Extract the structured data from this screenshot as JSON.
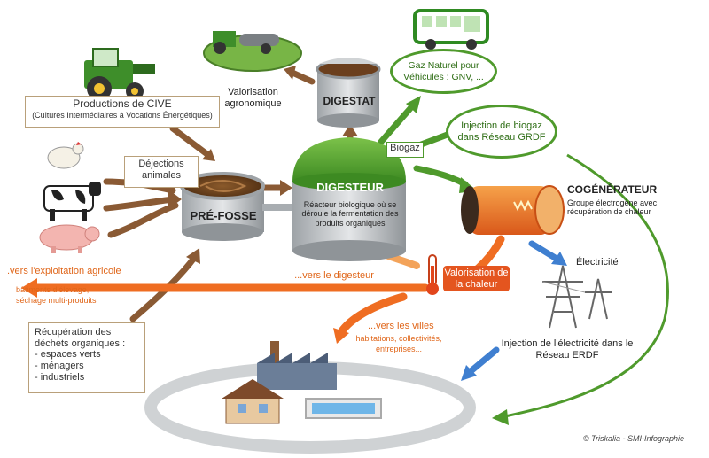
{
  "colors": {
    "brown_arrow": "#8a5a34",
    "green_arrow": "#4f9a2c",
    "orange_arrow": "#ef6d22",
    "blue_arrow": "#3f7fd0",
    "digester_green": "#4c9a2a",
    "tank_grey": "#bfc3c6",
    "sludge": "#6b3f1d"
  },
  "nodes": {
    "cive": {
      "title": "Productions de CIVE",
      "subtitle": "(Cultures Intermédiaires à Vocations Énergétiques)"
    },
    "dejections": "Déjections animales",
    "prefosse": "PRÉ-FOSSE",
    "digesteur": {
      "title": "DIGESTEUR",
      "desc": "Réacteur biologique où se déroule la fermentation des produits organiques"
    },
    "digestat": "DIGESTAT",
    "valorisation_agro": "Valorisation agronomique",
    "biogaz": "Biogaz",
    "gnv": "Gaz Naturel pour Véhicules : GNV, ...",
    "grdf": "Injection de biogaz dans Réseau GRDF",
    "cogen": {
      "title": "COGÉNÉRATEUR",
      "desc": "Groupe électrogène avec récupération de chaleur"
    },
    "electricite": "Électricité",
    "chaleur": "Valorisation de la chaleur",
    "vers_digesteur": "...vers le digesteur",
    "exploitation": {
      "title": ".vers l'exploitation agricole",
      "desc": "bâtiments d'élevage, séchage multi-produits"
    },
    "villes": {
      "title": "...vers les villes",
      "desc": "habitations, collectivités, entreprises..."
    },
    "erdf": "Injection de l'électricité dans le Réseau ERDF",
    "dechets": {
      "title": "Récupération des déchets organiques :",
      "items": [
        "- espaces verts",
        "- ménagers",
        "- industriels"
      ]
    }
  },
  "credit": "© Triskalia - SMI-Infographie"
}
